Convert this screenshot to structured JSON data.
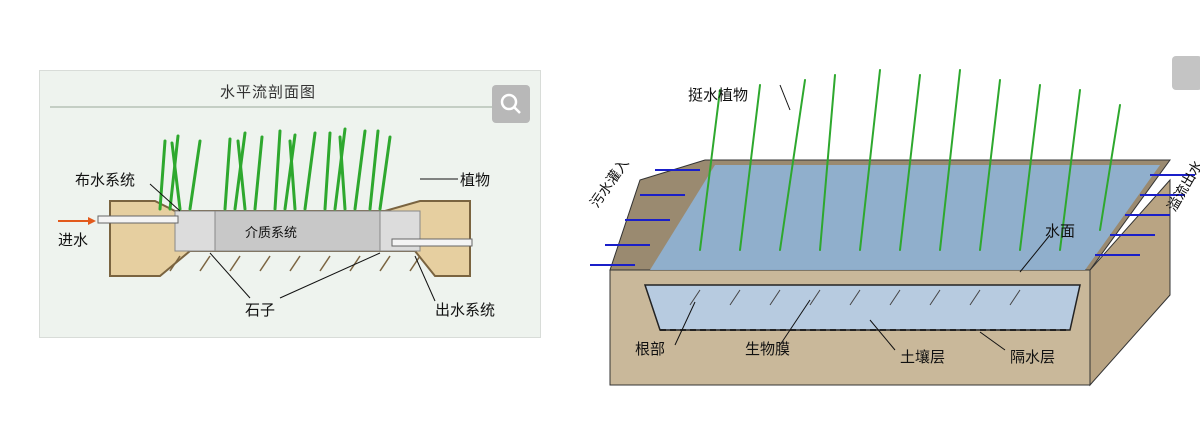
{
  "left_diagram": {
    "title": "水平流剖面图",
    "labels": {
      "distribution": "布水系统",
      "plant": "植物",
      "inflow": "进水",
      "medium": "介质系统",
      "stones": "石子",
      "outlet": "出水系统"
    },
    "zoom_icon": "zoom-search-icon"
  },
  "right_diagram": {
    "labels": {
      "plants": "挺水植物",
      "inflow": "污水灌入",
      "water_surface": "水面",
      "outflow": "溢流出水",
      "roots": "根部",
      "biofilm": "生物膜",
      "soil": "土壤层",
      "barrier": "隔水层"
    }
  },
  "colors": {
    "plant_green": "#2ea82e",
    "water_blue": "#8fb2d6",
    "arrow_blue": "#1a1fc9",
    "soil": "#c9b89a",
    "arrow_orange": "#e25a1c"
  }
}
